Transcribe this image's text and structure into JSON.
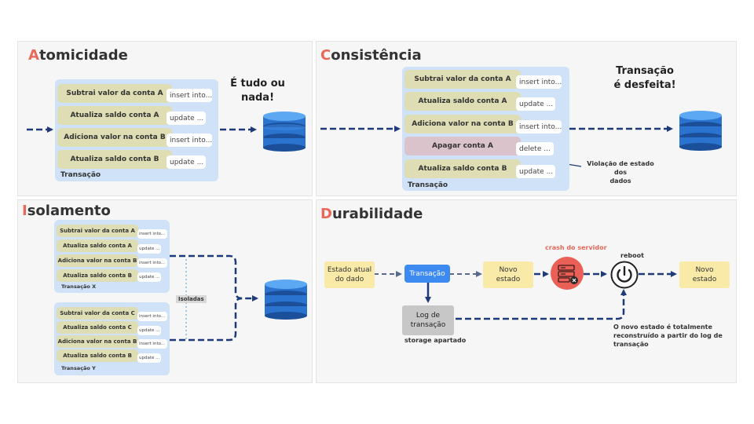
{
  "atomicidade": {
    "title_first": "A",
    "title_rest": "tomicidade",
    "ops": [
      "Subtrai valor da conta A",
      "Atualiza saldo conta A",
      "Adiciona valor na conta B",
      "Atualiza saldo conta B"
    ],
    "sql": [
      "insert into...",
      "update ...",
      "insert into...",
      "update ..."
    ],
    "tx_label": "Transação",
    "statement_line1": "É tudo ou",
    "statement_line2": "nada!"
  },
  "consistencia": {
    "title_first": "C",
    "title_rest": "onsistência",
    "ops": [
      "Subtrai valor da conta A",
      "Atualiza saldo conta A",
      "Adiciona valor na conta B",
      "Apagar conta A",
      "Atualiza saldo conta B"
    ],
    "sql": [
      "insert into...",
      "update ...",
      "insert into...",
      "delete ...",
      "update ..."
    ],
    "tx_label": "Transação",
    "statement_line1": "Transação",
    "statement_line2": "é desfeita!",
    "violation_line1": "Violação de estado dos",
    "violation_line2": "dados"
  },
  "isolamento": {
    "title_first": "I",
    "title_rest": "solamento",
    "tx_x": {
      "ops": [
        "Subtrai valor da conta A",
        "Atualiza saldo conta A",
        "Adiciona valor na conta B",
        "Atualiza saldo conta B"
      ],
      "sql": [
        "insert into...",
        "update ...",
        "insert into...",
        "update ..."
      ],
      "label": "Transação X"
    },
    "tx_y": {
      "ops": [
        "Subtrai valor da conta C",
        "Atualiza saldo conta C",
        "Adiciona valor na conta B",
        "Atualiza saldo conta B"
      ],
      "sql": [
        "insert into...",
        "update ...",
        "insert into...",
        "update ..."
      ],
      "label": "Transação Y"
    },
    "isolated_tag": "Isoladas"
  },
  "durabilidade": {
    "title_first": "D",
    "title_rest": "urabilidade",
    "estado_atual_line1": "Estado atual",
    "estado_atual_line2": "do dado",
    "transacao": "Transação",
    "novo_estado_1_line1": "Novo",
    "novo_estado_1_line2": "estado",
    "crash_label": "crash do servidor",
    "reboot_label": "reboot",
    "novo_estado_2_line1": "Novo",
    "novo_estado_2_line2": "estado",
    "log_line1": "Log de",
    "log_line2": "transação",
    "storage_label": "storage apartado",
    "final_note_line1": "O novo estado é totalmente",
    "final_note_line2": "reconstruído a partir do log de",
    "final_note_line3": "transação"
  },
  "icons": [
    "database-icon",
    "server-crash-icon",
    "power-icon"
  ],
  "colors": {
    "title_accent": "#e8695a",
    "arrow": "#1f3a78",
    "transaction_bg": "#cfe2f8",
    "operation_bg": "#dfddb4",
    "violation_bg": "#dbc3cc",
    "state_bg": "#faeaa8",
    "action_blue": "#3d8af0",
    "crash_red": "#ea5f56"
  }
}
